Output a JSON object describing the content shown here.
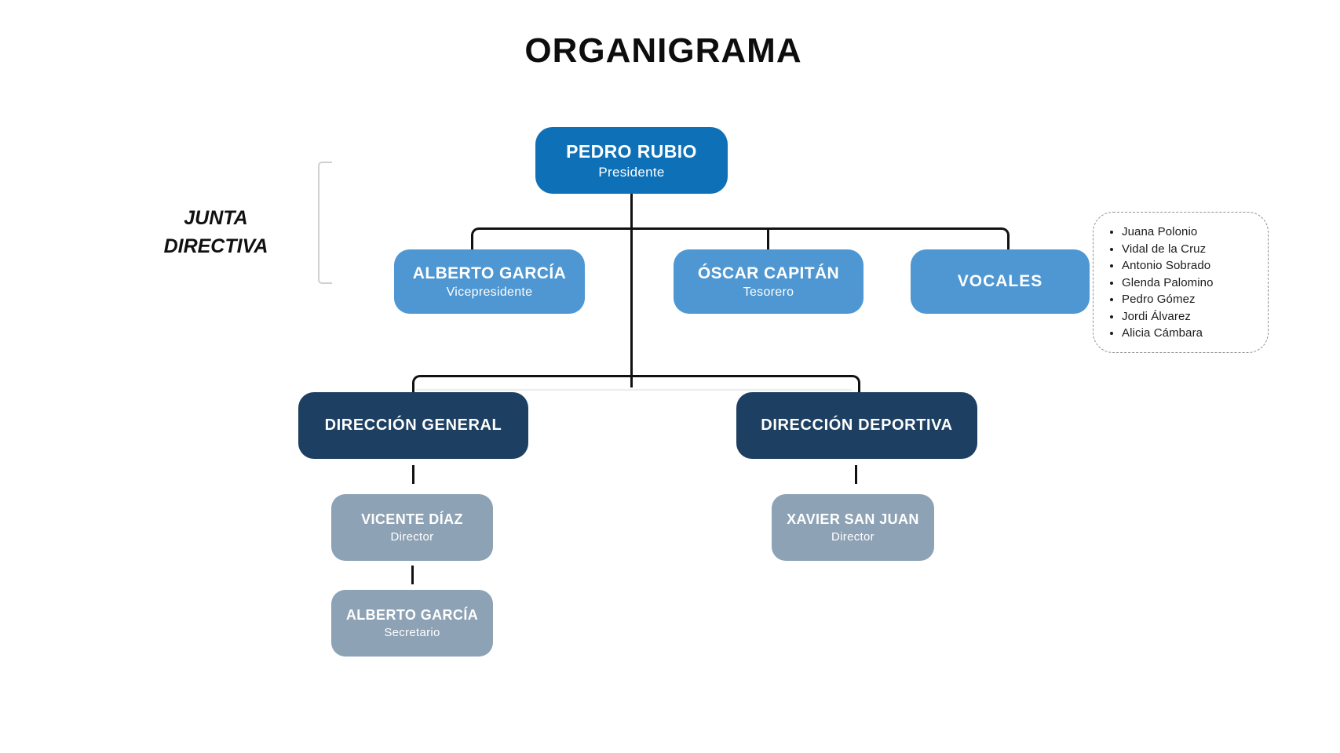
{
  "title": "ORGANIGRAMA",
  "annotation": {
    "line1": "JUNTA",
    "line2": "DIRECTIVA"
  },
  "org": {
    "president": {
      "name": "PEDRO RUBIO",
      "role": "Presidente"
    },
    "vicepresident": {
      "name": "ALBERTO GARCÍA",
      "role": "Vicepresidente"
    },
    "treasurer": {
      "name": "ÓSCAR CAPITÁN",
      "role": "Tesorero"
    },
    "vocales": {
      "label": "VOCALES",
      "members": [
        "Juana Polonio",
        "Vidal de la Cruz",
        "Antonio Sobrado",
        "Glenda Palomino",
        "Pedro Gómez",
        "Jordi Álvarez",
        "Alicia Cámbara"
      ]
    },
    "direccion_general": {
      "label": "DIRECCIÓN GENERAL"
    },
    "direccion_deportiva": {
      "label": "DIRECCIÓN DEPORTIVA"
    },
    "dg_director": {
      "name": "VICENTE DÍAZ",
      "role": "Director"
    },
    "dd_director": {
      "name": "XAVIER SAN JUAN",
      "role": "Director"
    },
    "secretary": {
      "name": "ALBERTO GARCÍA",
      "role": "Secretario"
    }
  },
  "colors": {
    "primary_blue": "#0e71b8",
    "light_blue": "#4e97d2",
    "dark_navy": "#1d3f61",
    "slate_gray": "#8da2b5",
    "line_black": "#111111",
    "bracket_gray": "#cfcfcf",
    "panel_border_gray": "#8f8f8f",
    "text_white": "#ffffff",
    "title_black": "#0d0d0d"
  }
}
